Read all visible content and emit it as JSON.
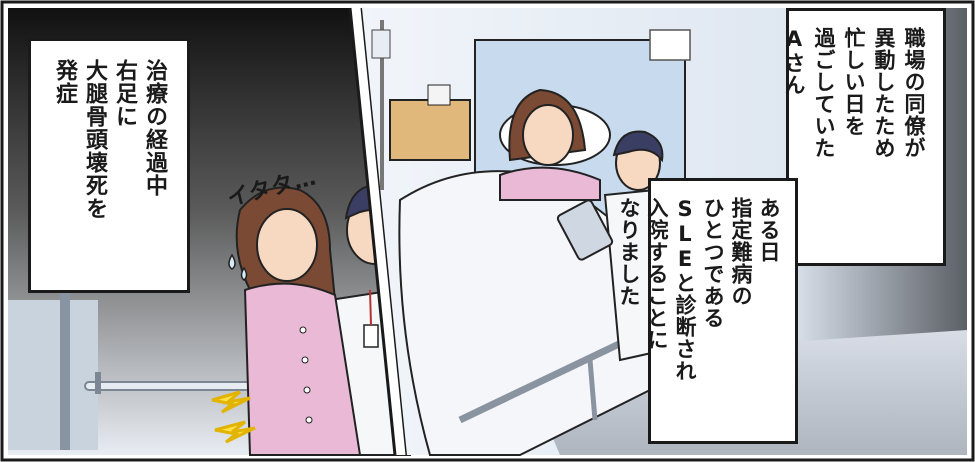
{
  "left_panel": {
    "caption": "治療の経過中\n右足に\n大腿骨頭壊死を\n発症",
    "sound_effect": "イタタ…"
  },
  "right_panel": {
    "caption_top": "職場の同僚が\n異動したため\n忙しい日を\n過ごしていた\nAさん",
    "caption_middle": "ある日\n指定難病の\nひとつである\nSLEと診断され\n入院することに\nなりました"
  },
  "colors": {
    "pajama_pink": "#e9b9d6",
    "hair_brown": "#7a4a35",
    "doctor_hair": "#3b3e63",
    "wall_blue": "#c8daee",
    "dark_gradient": "#1c1c1c"
  }
}
